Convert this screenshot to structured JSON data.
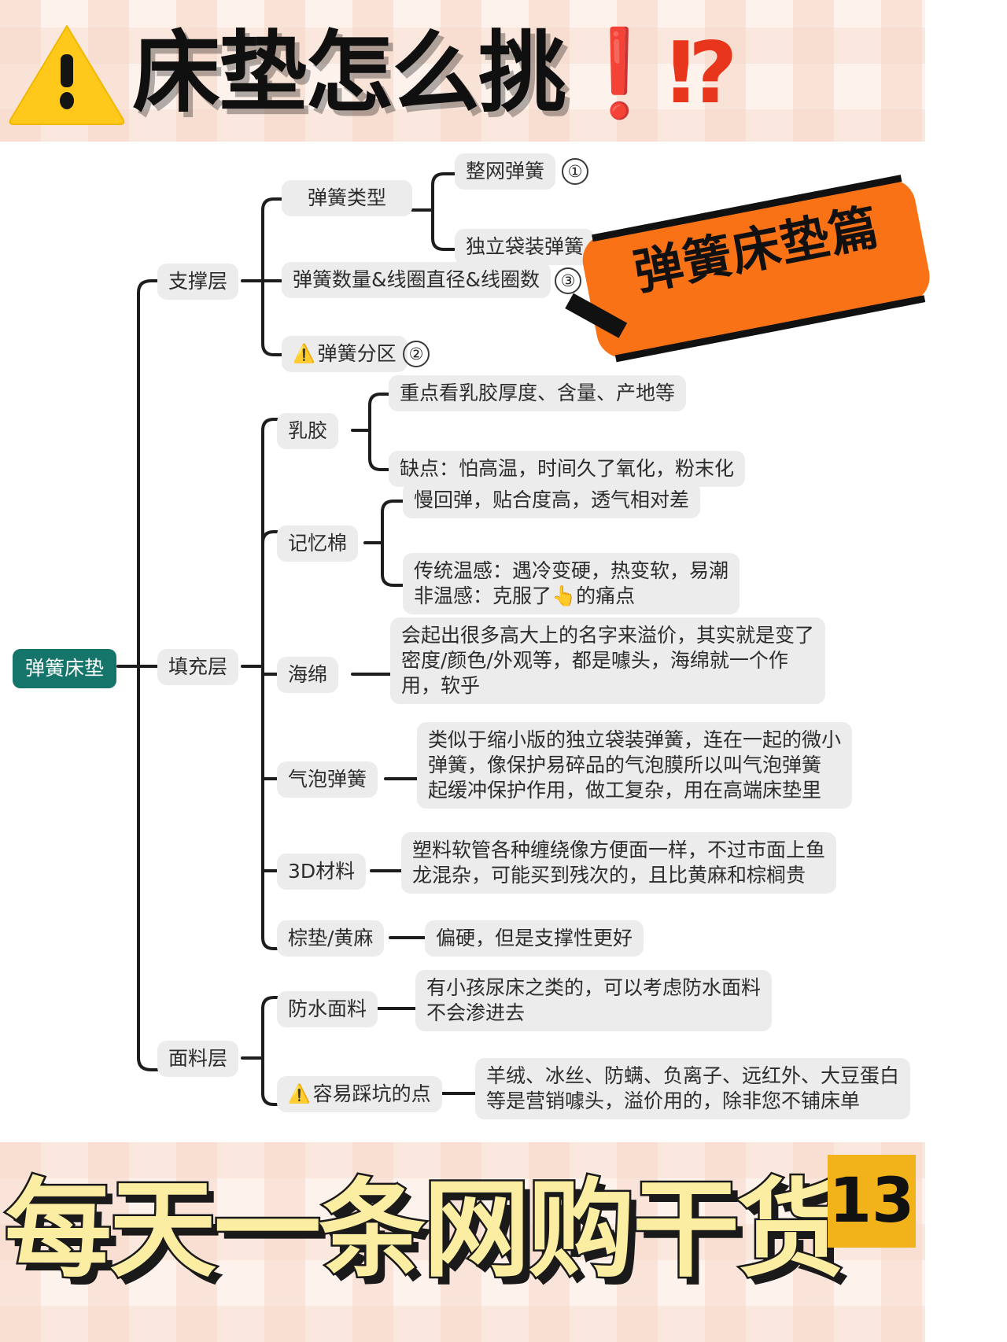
{
  "header": {
    "warning_icon": "warning-triangle-icon",
    "title": "床垫怎么挑",
    "marks": "❗⁉"
  },
  "badge": {
    "label": "弹簧床垫篇",
    "color": "#f97316"
  },
  "banner": {
    "text": "每天一条网购干货",
    "number": "13",
    "text_color": "#fbeda1",
    "number_bg": "#f2b21a"
  },
  "mindmap": {
    "root": "弹簧床垫",
    "root_color": "#16756a",
    "branches": [
      {
        "label": "支撑层",
        "children": [
          {
            "label": "弹簧类型",
            "children": [
              {
                "label": "整网弹簧",
                "badge": "①"
              },
              {
                "label": "独立袋装弹簧"
              }
            ]
          },
          {
            "label": "弹簧数量&线圈直径&线圈数",
            "badge": "③"
          },
          {
            "label": "弹簧分区",
            "warn": true,
            "badge": "②"
          }
        ]
      },
      {
        "label": "填充层",
        "children": [
          {
            "label": "乳胶",
            "children": [
              {
                "label": "重点看乳胶厚度、含量、产地等"
              },
              {
                "label": "缺点：怕高温，时间久了氧化，粉末化"
              }
            ]
          },
          {
            "label": "记忆棉",
            "children": [
              {
                "label": "慢回弹，贴合度高，透气相对差"
              },
              {
                "label": "传统温感：遇冷变硬，热变软，易潮\n非温感：克服了👆的痛点"
              }
            ]
          },
          {
            "label": "海绵",
            "children": [
              {
                "label": "会起出很多高大上的名字来溢价，其实就是变了\n密度/颜色/外观等，都是噱头，海绵就一个作\n用，软乎"
              }
            ]
          },
          {
            "label": "气泡弹簧",
            "children": [
              {
                "label": "类似于缩小版的独立袋装弹簧，连在一起的微小\n弹簧，像保护易碎品的气泡膜所以叫气泡弹簧\n起缓冲保护作用，做工复杂，用在高端床垫里"
              }
            ]
          },
          {
            "label": "3D材料",
            "children": [
              {
                "label": "塑料软管各种缠绕像方便面一样，不过市面上鱼\n龙混杂，可能买到残次的，且比黄麻和棕榈贵"
              }
            ]
          },
          {
            "label": "棕垫/黄麻",
            "children": [
              {
                "label": "偏硬，但是支撑性更好"
              }
            ]
          }
        ]
      },
      {
        "label": "面料层",
        "children": [
          {
            "label": "防水面料",
            "children": [
              {
                "label": "有小孩尿床之类的，可以考虑防水面料\n不会渗进去"
              }
            ]
          },
          {
            "label": "容易踩坑的点",
            "warn": true,
            "children": [
              {
                "label": "羊绒、冰丝、防螨、负离子、远红外、大豆蛋白\n等是营销噱头，溢价用的，除非您不铺床单"
              }
            ]
          }
        ]
      }
    ]
  }
}
